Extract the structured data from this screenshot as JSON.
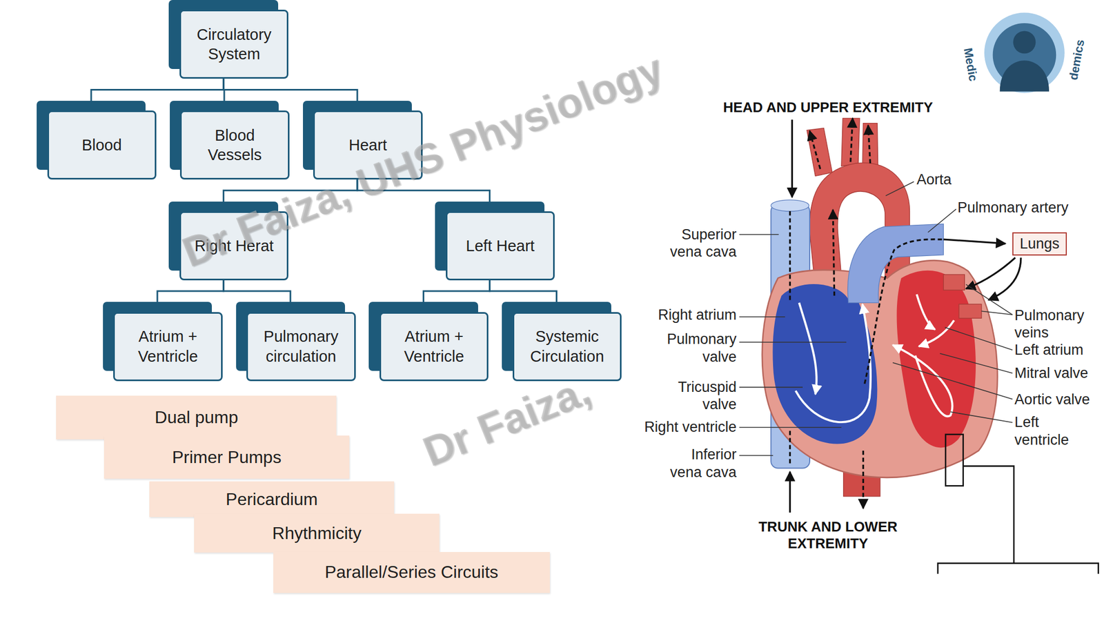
{
  "diagram": {
    "nodes": [
      {
        "text": [
          "Circulatory System"
        ]
      },
      {
        "text": [
          "Blood"
        ]
      },
      {
        "text": [
          "Blood Vessels"
        ]
      },
      {
        "text": [
          "Heart"
        ]
      },
      {
        "text": [
          "Right Herat"
        ]
      },
      {
        "text": [
          "Left Heart"
        ]
      },
      {
        "text": [
          "Atrium + Ventricle"
        ]
      },
      {
        "text": [
          "Pulmonary circulation"
        ]
      },
      {
        "text": [
          "Atrium + Ventricle"
        ]
      },
      {
        "text": [
          "Systemic Circulation"
        ]
      },
      {
        "text": [
          "Dual pump"
        ]
      },
      {
        "text": [
          "Primer Pumps"
        ]
      },
      {
        "text": [
          "Pericardium"
        ]
      },
      {
        "text": [
          "Rhythmicity"
        ]
      },
      {
        "text": [
          "Parallel/Series Circuits"
        ]
      },
      {
        "text": [
          "Lungs"
        ]
      }
    ],
    "edges": [
      {
        "from": 0,
        "to": 1,
        "arrow": "none"
      },
      {
        "from": 0,
        "to": 2,
        "arrow": "none"
      },
      {
        "from": 0,
        "to": 3,
        "arrow": "none"
      },
      {
        "from": 3,
        "to": 4,
        "arrow": "none"
      },
      {
        "from": 3,
        "to": 5,
        "arrow": "none"
      },
      {
        "from": 4,
        "to": 6,
        "arrow": "none"
      },
      {
        "from": 4,
        "to": 7,
        "arrow": "none"
      },
      {
        "from": 5,
        "to": 8,
        "arrow": "none"
      },
      {
        "from": 5,
        "to": 9,
        "arrow": "none"
      }
    ],
    "labels": [
      "Dr Faiza, UHS Physiology",
      "Dr Faiza,",
      "Medic",
      "demics",
      "HEAD AND UPPER EXTREMITY",
      "Aorta",
      "Pulmonary artery",
      "Superior vena cava",
      "Right atrium",
      "Pulmonary valve",
      "Tricuspid valve",
      "Right ventricle",
      "Inferior vena cava",
      "Pulmonary veins",
      "Left atrium",
      "Mitral valve",
      "Aortic valve",
      "Left ventricle",
      "TRUNK AND LOWER EXTREMITY"
    ]
  }
}
